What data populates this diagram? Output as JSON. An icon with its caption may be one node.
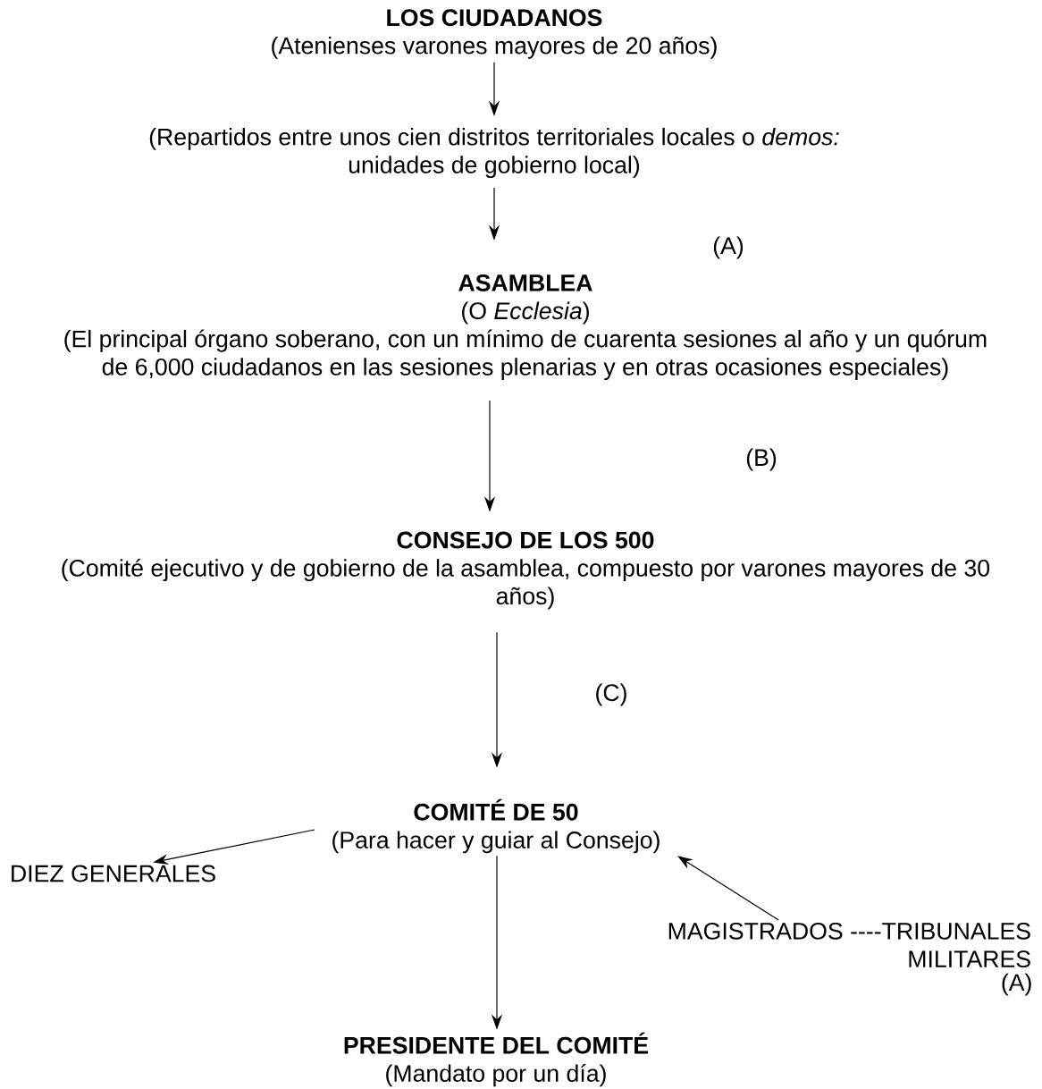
{
  "diagram": {
    "nodes": [
      {
        "text": [
          "LOS CIUDADANOS",
          "(Atenienses varones mayores de 20 años)"
        ]
      },
      {
        "text": [
          "(Repartidos entre unos cien distritos territoriales locales o *demos:* unidades de gobierno local)"
        ]
      },
      {
        "text": [
          "ASAMBLEA",
          "(O *Ecclesia*)",
          "(El principal órgano soberano, con un mínimo de cuarenta sesiones al año y un quórum de 6,000 ciudadanos en las sesiones plenarias y en otras ocasiones especiales)"
        ]
      },
      {
        "text": [
          "CONSEJO DE LOS 500",
          "(Comité ejecutivo y de gobierno de la asamblea, compuesto por varones mayores de 30 años)"
        ]
      },
      {
        "text": [
          "COMITÉ DE 50",
          "(Para hacer y guiar al Consejo)"
        ]
      },
      {
        "text": [
          "DIEZ GENERALES"
        ]
      },
      {
        "text": [
          "MAGISTRADOS ----TRIBUNALES MILITARES"
        ],
        "beside": [
          "(A)"
        ]
      },
      {
        "text": [
          "PRESIDENTE DEL COMITÉ",
          "(Mandato por un día)"
        ]
      }
    ],
    "edges": [
      {
        "from": 0,
        "to": 1,
        "arrow": "to"
      },
      {
        "from": 1,
        "to": 2,
        "arrow": "to"
      },
      {
        "from": 2,
        "to": 3,
        "arrow": "to"
      },
      {
        "from": 3,
        "to": 4,
        "arrow": "to"
      },
      {
        "from": 4,
        "to": 5,
        "arrow": "to"
      },
      {
        "from": 6,
        "to": 4,
        "arrow": "to"
      },
      {
        "from": 4,
        "to": 7,
        "arrow": "to"
      }
    ],
    "labels": [
      "(A)",
      "(B)",
      "(C)"
    ]
  }
}
